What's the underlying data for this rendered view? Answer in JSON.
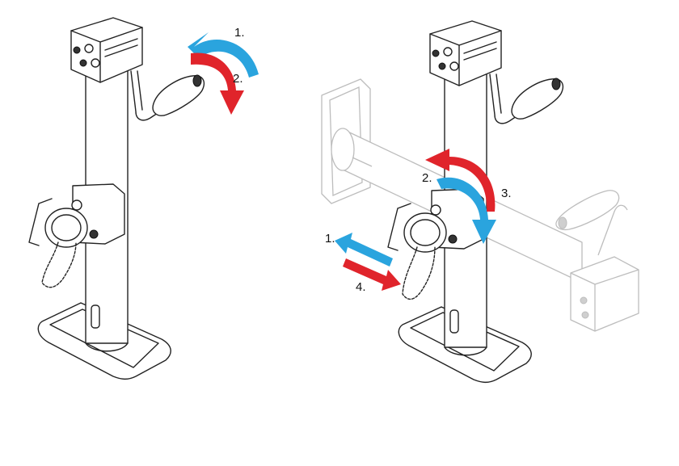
{
  "colors": {
    "raise_arrow": "#2aa4de",
    "lower_arrow": "#e0242b",
    "line_art": "#222222",
    "ghost_art": "#bdbdbd"
  },
  "left_figure": {
    "step_1_label": "1.",
    "step_2_label": "2."
  },
  "right_figure": {
    "step_1_label": "1.",
    "step_2_label": "2.",
    "step_3_label": "3.",
    "step_4_label": "4."
  }
}
